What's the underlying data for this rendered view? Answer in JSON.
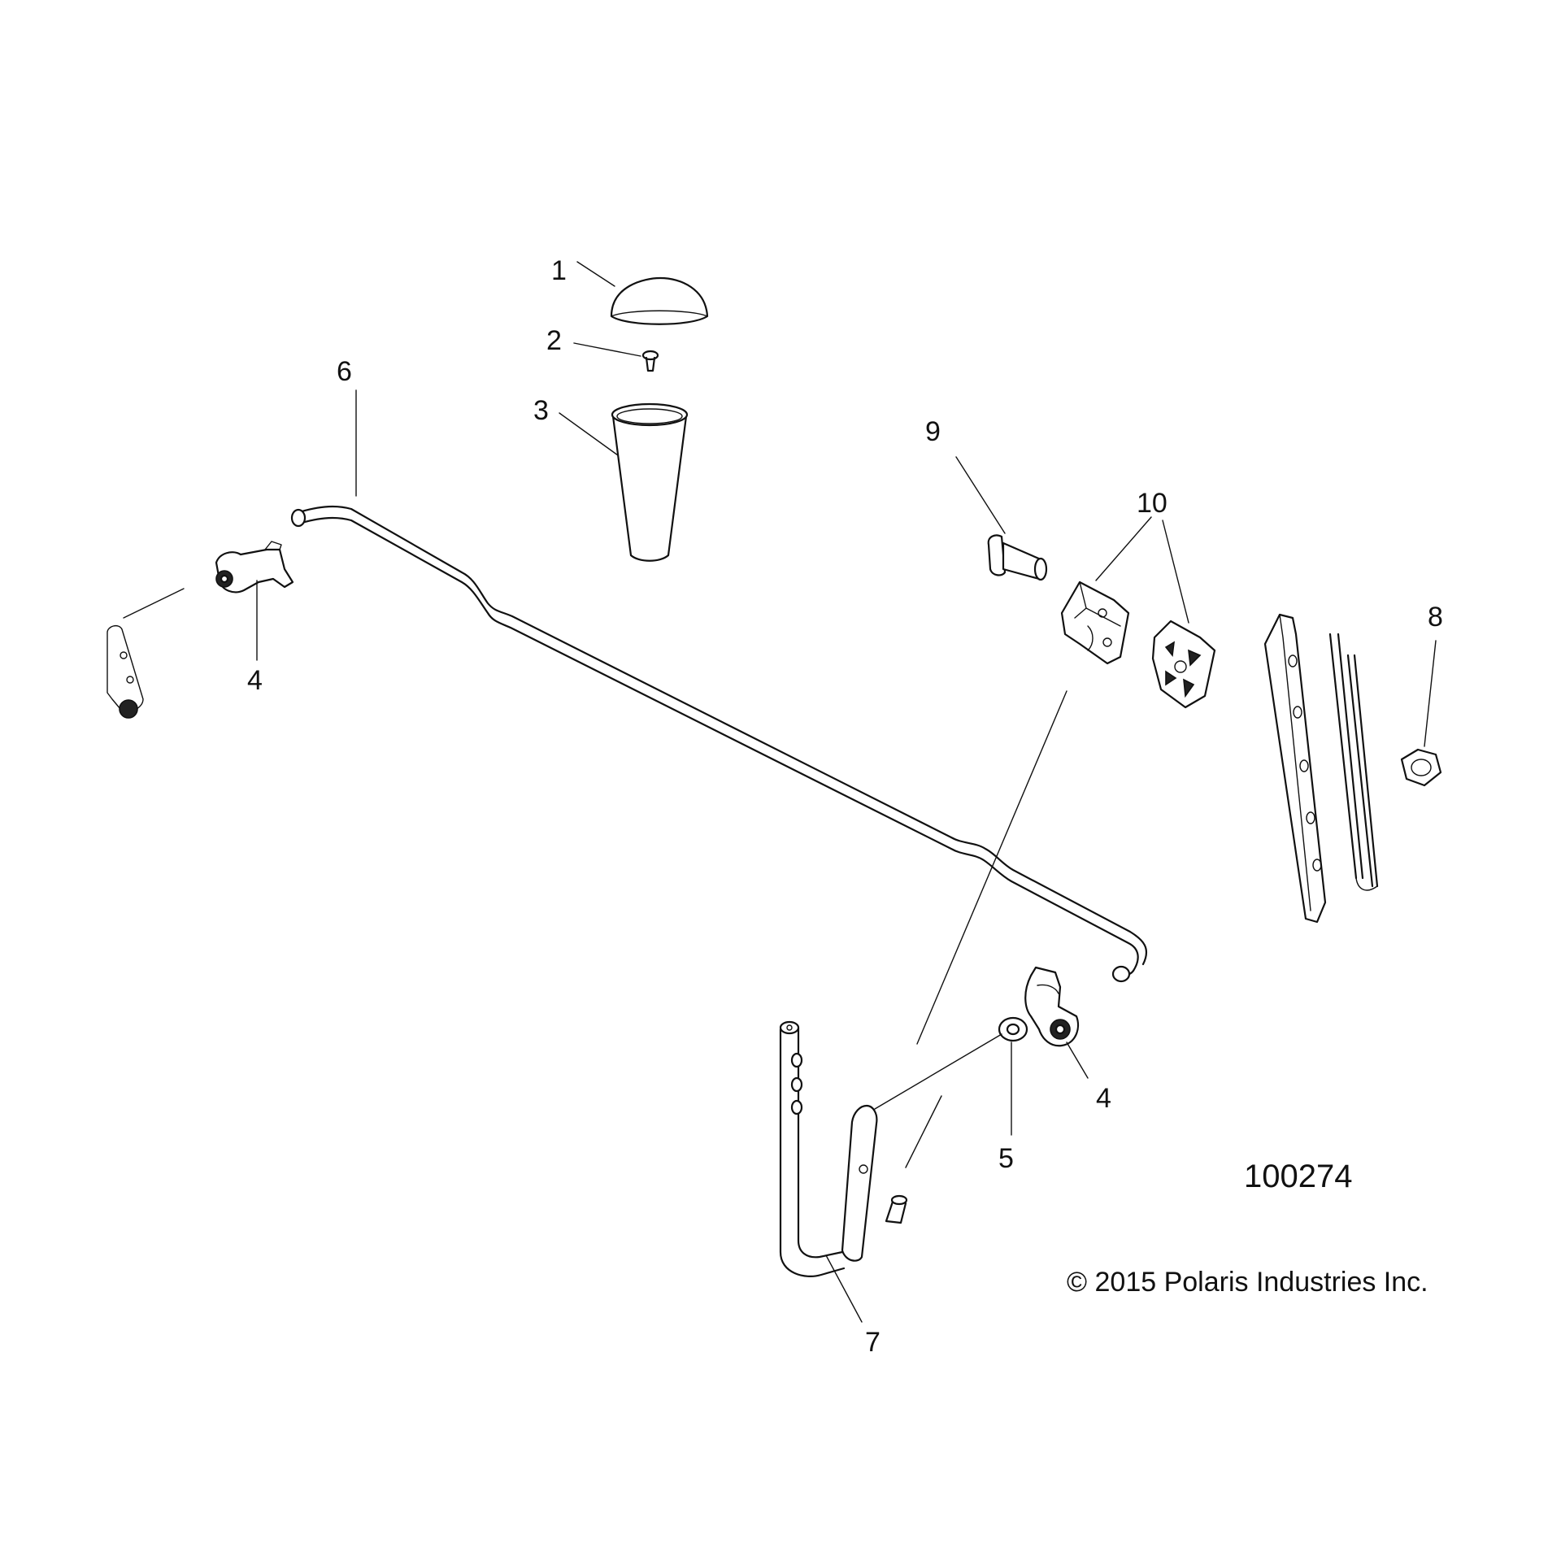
{
  "callouts": {
    "c1": "1",
    "c2": "2",
    "c3": "3",
    "c4a": "4",
    "c4b": "4",
    "c5": "5",
    "c6": "6",
    "c7": "7",
    "c8": "8",
    "c9": "9",
    "c10": "10"
  },
  "figure_id": "100274",
  "copyright": "© 2015 Polaris Industries Inc."
}
